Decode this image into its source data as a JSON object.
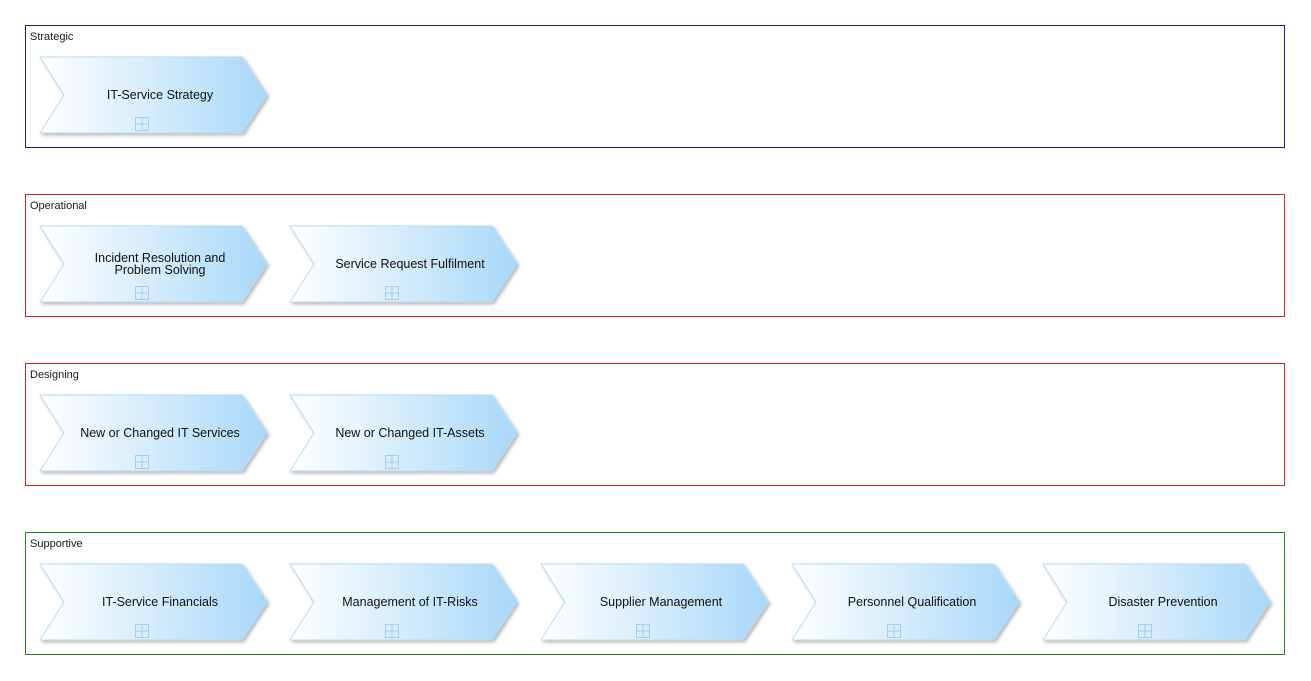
{
  "colors": {
    "strategic_border": "#1f1f8f",
    "operational_border": "#d32222",
    "designing_border": "#d32222",
    "supportive_border": "#1e8a1e",
    "chevron_light": "#ffffff",
    "chevron_dark": "#a8d8f8"
  },
  "lanes": [
    {
      "title": "Strategic",
      "items": [
        {
          "label": "IT-Service Strategy",
          "icon": "expand-plus-icon"
        }
      ]
    },
    {
      "title": "Operational",
      "items": [
        {
          "label": "Incident Resolution and\nProblem Solving",
          "icon": "expand-plus-icon"
        },
        {
          "label": "Service Request Fulfilment",
          "icon": "expand-plus-icon"
        }
      ]
    },
    {
      "title": "Designing",
      "items": [
        {
          "label": "New or Changed IT Services",
          "icon": "expand-plus-icon"
        },
        {
          "label": "New or Changed IT-Assets",
          "icon": "expand-plus-icon"
        }
      ]
    },
    {
      "title": "Supportive",
      "items": [
        {
          "label": "IT-Service Financials",
          "icon": "expand-plus-icon"
        },
        {
          "label": "Management of IT-Risks",
          "icon": "expand-plus-icon"
        },
        {
          "label": "Supplier Management",
          "icon": "expand-plus-icon"
        },
        {
          "label": "Personnel Qualification",
          "icon": "expand-plus-icon"
        },
        {
          "label": "Disaster Prevention",
          "icon": "expand-plus-icon"
        }
      ]
    }
  ]
}
